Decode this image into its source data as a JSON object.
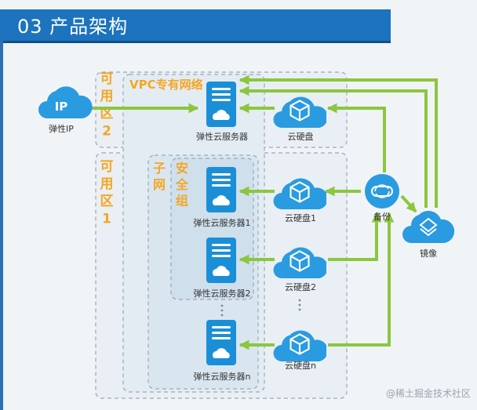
{
  "header": {
    "title": "03 产品架构"
  },
  "zones": {
    "az2": "可\n用\n区\n2",
    "az1": "可\n用\n区\n1",
    "vpc": "VPC专有网络",
    "subnet": "子\n网",
    "security_group": "安\n全\n组"
  },
  "nodes": {
    "eip": {
      "icon_text": "IP",
      "label": "弹性IP"
    },
    "ecs_top": "弹性云服务器",
    "ecs_1": "弹性云服务器1",
    "ecs_2": "弹性云服务器2",
    "ecs_n": "弹性云服务器n",
    "disk_top": "云硬盘",
    "disk_1": "云硬盘1",
    "disk_2": "云硬盘2",
    "disk_n": "云硬盘n",
    "backup": "备份",
    "image": "镜像"
  },
  "watermark": "@稀土掘金技术社区",
  "colors": {
    "banner": "#1d73bd",
    "arrow": "#8cc63f",
    "zone_label": "#f5a623",
    "node_label": "#333333",
    "server_blue": "#1a8fd8",
    "cloud_blue": "#2a9be0"
  }
}
